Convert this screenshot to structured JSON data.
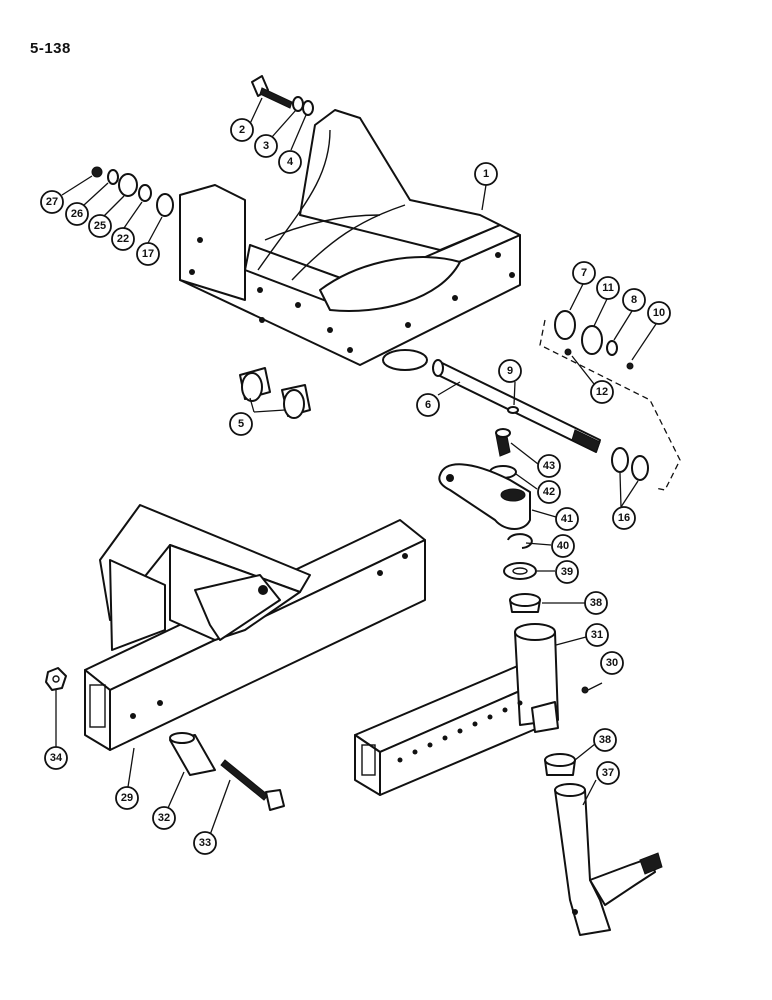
{
  "page_number": "5-138",
  "callouts": [
    {
      "label": "1"
    },
    {
      "label": "2"
    },
    {
      "label": "3"
    },
    {
      "label": "4"
    },
    {
      "label": "27"
    },
    {
      "label": "26"
    },
    {
      "label": "25"
    },
    {
      "label": "22"
    },
    {
      "label": "17"
    },
    {
      "label": "7"
    },
    {
      "label": "11"
    },
    {
      "label": "8"
    },
    {
      "label": "10"
    },
    {
      "label": "12"
    },
    {
      "label": "9"
    },
    {
      "label": "6"
    },
    {
      "label": "5"
    },
    {
      "label": "43"
    },
    {
      "label": "42"
    },
    {
      "label": "41"
    },
    {
      "label": "16"
    },
    {
      "label": "40"
    },
    {
      "label": "39"
    },
    {
      "label": "38"
    },
    {
      "label": "31"
    },
    {
      "label": "30"
    },
    {
      "label": "34"
    },
    {
      "label": "29"
    },
    {
      "label": "32"
    },
    {
      "label": "33"
    },
    {
      "label": "38"
    },
    {
      "label": "37"
    }
  ]
}
